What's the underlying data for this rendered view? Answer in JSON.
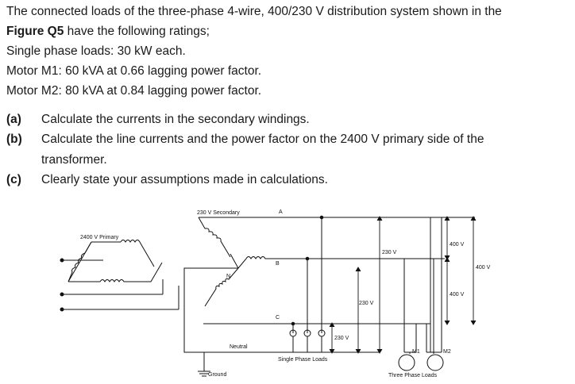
{
  "question": {
    "intro_prefix": "The connected loads of the three-phase 4-wire, 400/230 V distribution system shown in the",
    "figure_ref": "Figure Q5",
    "intro_suffix": " have the following ratings;",
    "ratings": [
      "Single phase loads: 30 kW each.",
      "Motor M1: 60 kVA at 0.66 lagging power factor.",
      "Motor M2: 80 kVA at 0.84 lagging power factor."
    ],
    "parts": [
      {
        "label": "(a)",
        "text": "Calculate the currents in the secondary windings."
      },
      {
        "label": "(b)",
        "text": "Calculate the line currents and the power factor on the 2400 V primary side of the",
        "text_cont": "transformer."
      },
      {
        "label": "(c)",
        "text": "Clearly state your assumptions made in calculations."
      }
    ]
  },
  "figure": {
    "primary_label": "2400 V Primary",
    "secondary_label": "230 V Secondary",
    "node_a": "A",
    "node_b": "B",
    "node_c": "C",
    "node_n": "N",
    "neutral_label": "Neutral",
    "ground_label": "Ground",
    "single_phase_label": "Single Phase Loads",
    "three_phase_label": "Three Phase Loads",
    "v_230_a": "230 V",
    "v_230_b": "230 V",
    "v_230_c": "230 V",
    "v_400_top": "400 V",
    "v_400_bottom": "400 V",
    "v_400_right": "400 V",
    "motor_1": "M1",
    "motor_2": "M2"
  }
}
